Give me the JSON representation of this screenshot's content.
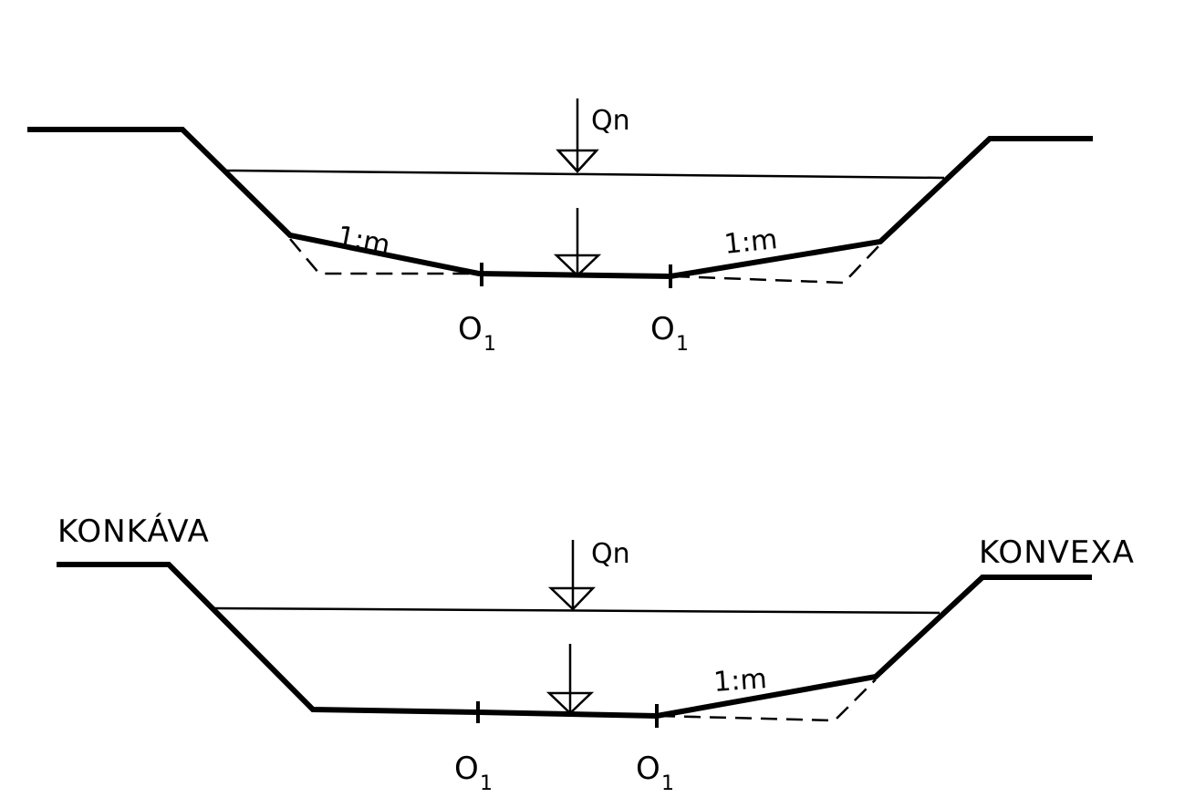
{
  "top_section": {
    "discharge_label": "Qn",
    "slope_left": "1:m",
    "slope_right": "1:m",
    "point_left": "O",
    "point_left_sub": "1",
    "point_right": "O",
    "point_right_sub": "1"
  },
  "bottom_section": {
    "bank_left": "KONKÁVA",
    "bank_right": "KONVEXA",
    "discharge_label": "Qn",
    "slope_right": "1:m",
    "point_left": "O",
    "point_left_sub": "1",
    "point_right": "O",
    "point_right_sub": "1"
  },
  "colors": {
    "ink": "#000000",
    "paper": "#ffffff"
  }
}
